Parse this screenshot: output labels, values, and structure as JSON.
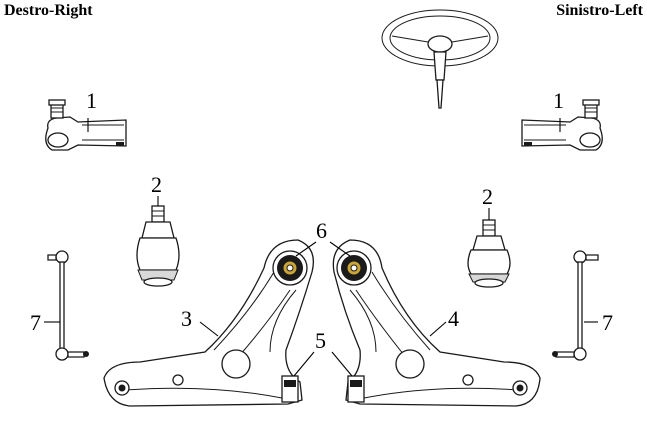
{
  "labels": {
    "right": "Destro-Right",
    "left": "Sinistro-Left"
  },
  "callouts": {
    "tie_rod_end": "1",
    "ball_joint": "2",
    "control_arm_right": "3",
    "control_arm_left": "4",
    "rear_bushing": "5",
    "front_bushing": "6",
    "stabilizer_link": "7"
  }
}
